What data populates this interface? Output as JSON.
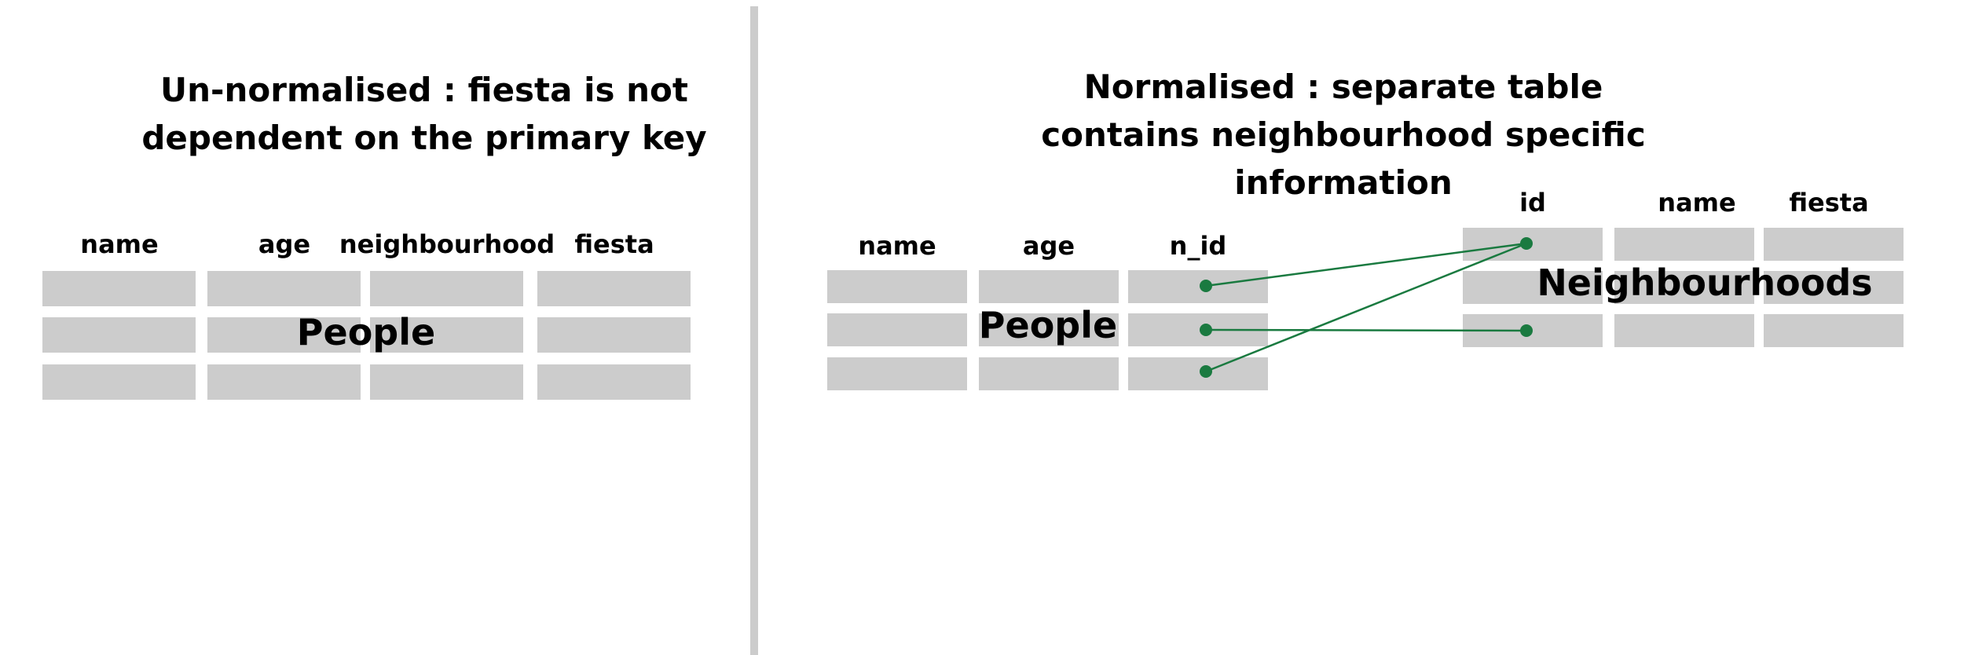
{
  "left_panel": {
    "title_line1": "Un-normalised : fiesta is not",
    "title_line2": "dependent on the primary key",
    "table": {
      "label": "People",
      "columns": [
        "name",
        "age",
        "neighbourhood",
        "fiesta"
      ]
    }
  },
  "right_panel": {
    "title_line1": "Normalised : separate table",
    "title_line2": "contains neighbourhood specific",
    "title_line3": "information",
    "people_table": {
      "label": "People",
      "columns": [
        "name",
        "age",
        "n_id"
      ]
    },
    "neighbourhoods_table": {
      "label": "Neighbourhoods",
      "columns": [
        "id",
        "name",
        "fiesta"
      ]
    }
  },
  "colors": {
    "cell": "#cccccc",
    "link": "#1a7a40",
    "divider": "#cccccc"
  }
}
